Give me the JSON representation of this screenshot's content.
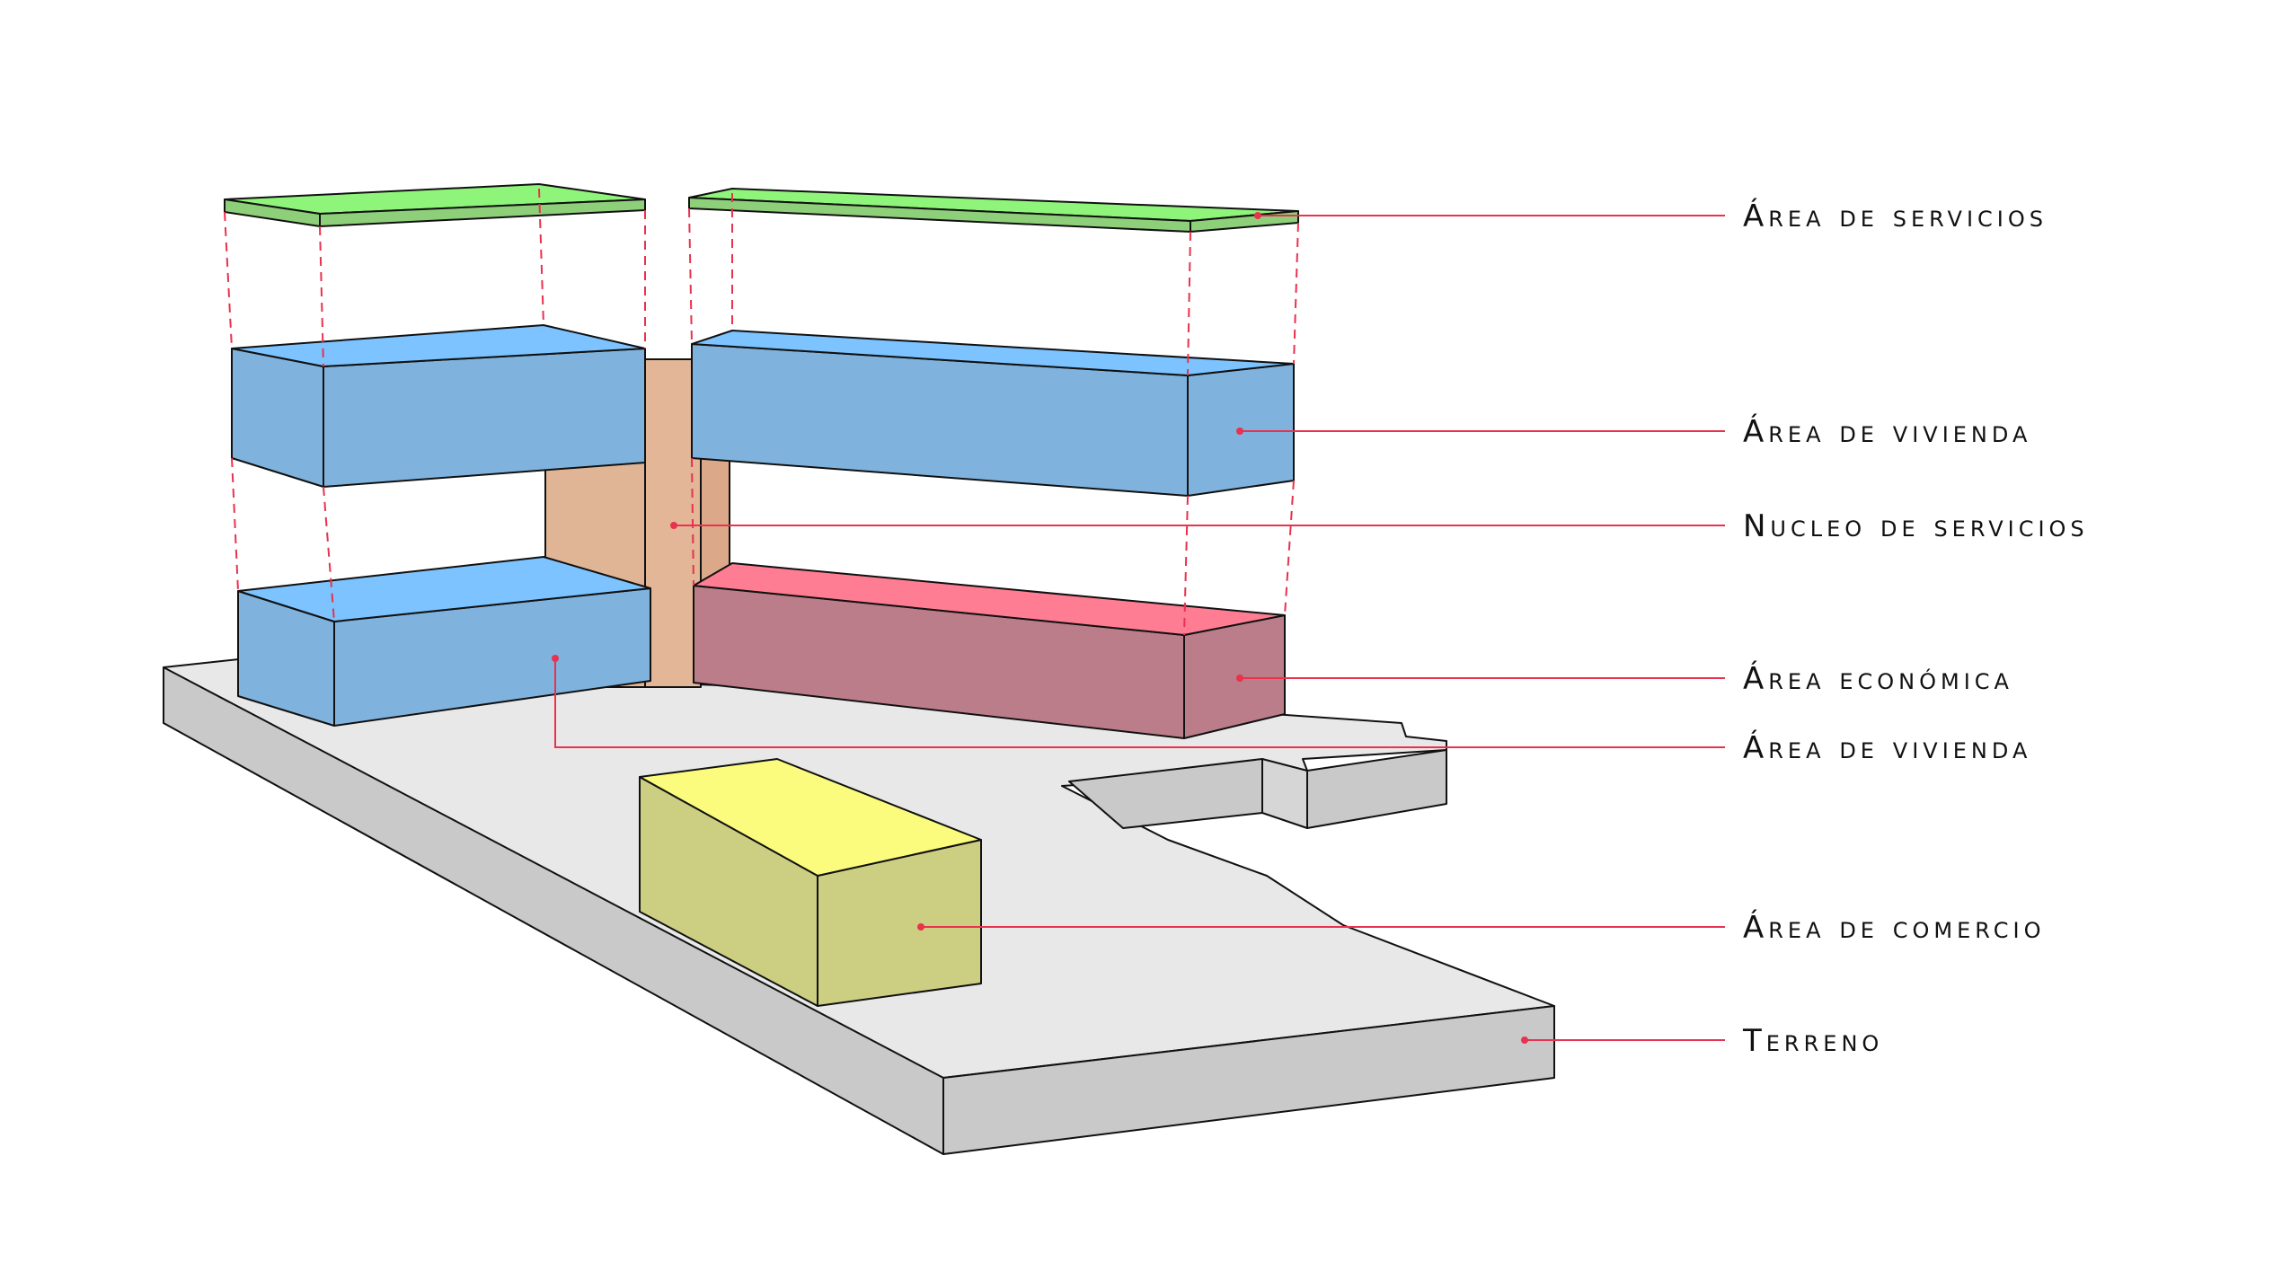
{
  "colors": {
    "servicios": "#8ff57a",
    "vivienda": "#7fb3dd",
    "vivienda_top": "#7cc3ff",
    "nucleo": "#e2b697",
    "economica": "#bb7d89",
    "economica_top": "#ff7d92",
    "comercio": "#cccf82",
    "comercio_top": "#fbfc7d",
    "terreno_top": "#e8e8e8",
    "terreno_side": "#c9c9c9",
    "leader": "#e8324e"
  },
  "labels": [
    {
      "id": "servicios",
      "text": "Área de servicios"
    },
    {
      "id": "vivienda-upper",
      "text": "Área de vivienda"
    },
    {
      "id": "nucleo",
      "text": "Nucleo de servicios"
    },
    {
      "id": "economica",
      "text": "Área económica"
    },
    {
      "id": "vivienda-lower",
      "text": "Área de vivienda"
    },
    {
      "id": "comercio",
      "text": "Área de comercio"
    },
    {
      "id": "terreno",
      "text": "Terreno"
    }
  ]
}
